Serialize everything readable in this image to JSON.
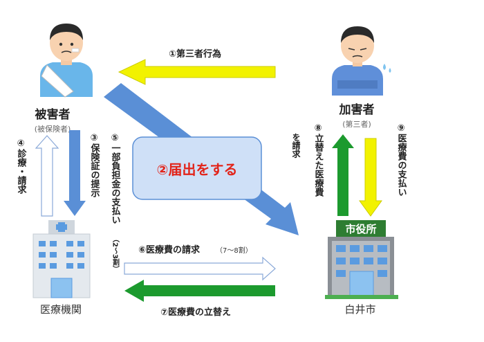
{
  "nodes": {
    "victim": {
      "label": "被害者",
      "sub": "(被保険者)"
    },
    "assailant": {
      "label": "加害者",
      "sub": "(第三者)"
    },
    "hospital": {
      "label": "医療機関"
    },
    "city": {
      "label": "白井市",
      "sign": "市役所"
    }
  },
  "center_label": "②届出をする",
  "edges": {
    "e1": "①第三者行為",
    "e3": "③保険証の提示",
    "e4": "④診療・請求",
    "e5": "⑤一部負担金の支払い",
    "e5_note": "（2〜3割）",
    "e6": "⑥医療費の請求",
    "e6_note": "（7〜8割）",
    "e7": "⑦医療費の立替え",
    "e8": "⑧立替えた医療費",
    "e8_note": "を請求",
    "e9": "⑨医療費の支払い"
  },
  "colors": {
    "yellow": "#f2f200",
    "green": "#1c9a2e",
    "blue": "#5a8fd6",
    "white_arrow_stroke": "#8aa9d8",
    "center_box": "#cfe0f7",
    "center_text": "#e2241a",
    "sign_green": "#2e7d32"
  },
  "icons": {
    "victim": "injured-person-icon",
    "assailant": "worried-person-icon",
    "hospital": "hospital-building-icon",
    "city": "city-hall-building-icon"
  }
}
